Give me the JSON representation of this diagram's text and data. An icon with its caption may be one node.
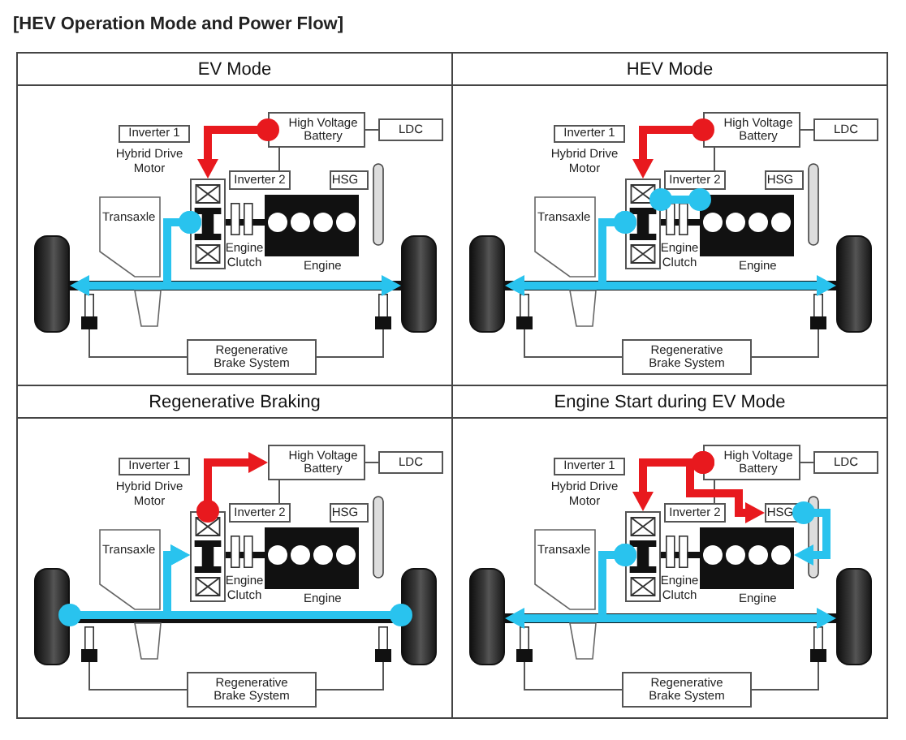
{
  "diagram": {
    "title": "[HEV Operation Mode and Power Flow]",
    "nodes": [
      {
        "text": [
          "EV Mode"
        ]
      },
      {
        "text": [
          "High Voltage Battery"
        ],
        "in": 0
      },
      {
        "text": [
          "LDC"
        ],
        "in": 0
      },
      {
        "text": [
          "Inverter 1"
        ],
        "in": 0
      },
      {
        "text": [],
        "shape": "box",
        "in": 0,
        "beside": [
          "Hybrid Drive Motor"
        ]
      },
      {
        "text": [
          "Inverter 2"
        ],
        "in": 0
      },
      {
        "text": [
          "HSG"
        ],
        "in": 0
      },
      {
        "text": [
          "Transaxle"
        ],
        "in": 0
      },
      {
        "text": [],
        "shape": "box",
        "in": 0,
        "beside": [
          "Engine Clutch"
        ]
      },
      {
        "text": [],
        "shape": "box",
        "in": 0,
        "beside": [
          "Engine"
        ]
      },
      {
        "text": [],
        "shape": "wheel",
        "in": 0
      },
      {
        "text": [],
        "shape": "wheel",
        "in": 0
      },
      {
        "text": [],
        "shape": "box",
        "in": 0
      },
      {
        "text": [],
        "shape": "box",
        "in": 0
      },
      {
        "text": [
          "Regenerative Brake System"
        ],
        "in": 0
      },
      {
        "text": [
          "HEV Mode"
        ]
      },
      {
        "text": [
          "High Voltage Battery"
        ],
        "in": 15
      },
      {
        "text": [
          "LDC"
        ],
        "in": 15
      },
      {
        "text": [
          "Inverter 1"
        ],
        "in": 15
      },
      {
        "text": [],
        "shape": "box",
        "in": 15,
        "beside": [
          "Hybrid Drive Motor"
        ]
      },
      {
        "text": [
          "Inverter 2"
        ],
        "in": 15
      },
      {
        "text": [
          "HSG"
        ],
        "in": 15
      },
      {
        "text": [
          "Transaxle"
        ],
        "in": 15
      },
      {
        "text": [],
        "shape": "box",
        "in": 15,
        "beside": [
          "Engine Clutch"
        ]
      },
      {
        "text": [],
        "shape": "box",
        "in": 15,
        "beside": [
          "Engine"
        ]
      },
      {
        "text": [],
        "shape": "wheel",
        "in": 15
      },
      {
        "text": [],
        "shape": "wheel",
        "in": 15
      },
      {
        "text": [],
        "shape": "box",
        "in": 15
      },
      {
        "text": [],
        "shape": "box",
        "in": 15
      },
      {
        "text": [
          "Regenerative Brake System"
        ],
        "in": 15
      },
      {
        "text": [
          "Regenerative Braking"
        ]
      },
      {
        "text": [
          "High Voltage Battery"
        ],
        "in": 30
      },
      {
        "text": [
          "LDC"
        ],
        "in": 30
      },
      {
        "text": [
          "Inverter 1"
        ],
        "in": 30
      },
      {
        "text": [],
        "shape": "box",
        "in": 30,
        "beside": [
          "Hybrid Drive Motor"
        ]
      },
      {
        "text": [
          "Inverter 2"
        ],
        "in": 30
      },
      {
        "text": [
          "HSG"
        ],
        "in": 30
      },
      {
        "text": [
          "Transaxle"
        ],
        "in": 30
      },
      {
        "text": [],
        "shape": "box",
        "in": 30,
        "beside": [
          "Engine Clutch"
        ]
      },
      {
        "text": [],
        "shape": "box",
        "in": 30,
        "beside": [
          "Engine"
        ]
      },
      {
        "text": [],
        "shape": "wheel",
        "in": 30
      },
      {
        "text": [],
        "shape": "wheel",
        "in": 30
      },
      {
        "text": [],
        "shape": "box",
        "in": 30
      },
      {
        "text": [],
        "shape": "box",
        "in": 30
      },
      {
        "text": [
          "Regenerative Brake System"
        ],
        "in": 30
      },
      {
        "text": [
          "Engine Start during EV Mode"
        ]
      },
      {
        "text": [
          "High Voltage Battery"
        ],
        "in": 45
      },
      {
        "text": [
          "LDC"
        ],
        "in": 45
      },
      {
        "text": [
          "Inverter 1"
        ],
        "in": 45
      },
      {
        "text": [],
        "shape": "box",
        "in": 45,
        "beside": [
          "Hybrid Drive Motor"
        ]
      },
      {
        "text": [
          "Inverter 2"
        ],
        "in": 45
      },
      {
        "text": [
          "HSG"
        ],
        "in": 45
      },
      {
        "text": [
          "Transaxle"
        ],
        "in": 45
      },
      {
        "text": [],
        "shape": "box",
        "in": 45,
        "beside": [
          "Engine Clutch"
        ]
      },
      {
        "text": [],
        "shape": "box",
        "in": 45,
        "beside": [
          "Engine"
        ]
      },
      {
        "text": [],
        "shape": "wheel",
        "in": 45
      },
      {
        "text": [],
        "shape": "wheel",
        "in": 45
      },
      {
        "text": [],
        "shape": "box",
        "in": 45
      },
      {
        "text": [],
        "shape": "box",
        "in": 45
      },
      {
        "text": [
          "Regenerative Brake System"
        ],
        "in": 45
      }
    ],
    "edges": [
      {
        "from": 1,
        "to": 2,
        "arrow": "none"
      },
      {
        "from": 1,
        "to": 5,
        "arrow": "none"
      },
      {
        "from": 14,
        "to": 12,
        "arrow": "none"
      },
      {
        "from": 14,
        "to": 13,
        "arrow": "none"
      },
      {
        "from": 1,
        "to": 4,
        "arrow": "to",
        "style": "thick",
        "color": "#e8191e"
      },
      {
        "from": 4,
        "to": 10,
        "arrow": "to",
        "style": "thick",
        "color": "#29c3ee"
      },
      {
        "from": 4,
        "to": 11,
        "arrow": "to",
        "style": "thick",
        "color": "#29c3ee"
      },
      {
        "from": 16,
        "to": 17,
        "arrow": "none"
      },
      {
        "from": 16,
        "to": 20,
        "arrow": "none"
      },
      {
        "from": 29,
        "to": 27,
        "arrow": "none"
      },
      {
        "from": 29,
        "to": 28,
        "arrow": "none"
      },
      {
        "from": 16,
        "to": 19,
        "arrow": "to",
        "style": "thick",
        "color": "#e8191e"
      },
      {
        "from": 19,
        "to": 25,
        "arrow": "to",
        "style": "thick",
        "color": "#29c3ee"
      },
      {
        "from": 19,
        "to": 26,
        "arrow": "to",
        "style": "thick",
        "color": "#29c3ee"
      },
      {
        "from": 19,
        "to": 24,
        "arrow": "other",
        "style": "thick",
        "color": "#29c3ee"
      },
      {
        "from": 31,
        "to": 32,
        "arrow": "none"
      },
      {
        "from": 31,
        "to": 35,
        "arrow": "none"
      },
      {
        "from": 44,
        "to": 42,
        "arrow": "none"
      },
      {
        "from": 44,
        "to": 43,
        "arrow": "none"
      },
      {
        "from": 34,
        "to": 31,
        "arrow": "to",
        "style": "thick",
        "color": "#e8191e"
      },
      {
        "from": 40,
        "to": 34,
        "arrow": "to",
        "style": "thick",
        "color": "#29c3ee"
      },
      {
        "from": 41,
        "to": 34,
        "arrow": "to",
        "style": "thick",
        "color": "#29c3ee"
      },
      {
        "from": 46,
        "to": 47,
        "arrow": "none"
      },
      {
        "from": 46,
        "to": 50,
        "arrow": "none"
      },
      {
        "from": 59,
        "to": 57,
        "arrow": "none"
      },
      {
        "from": 59,
        "to": 58,
        "arrow": "none"
      },
      {
        "from": 46,
        "to": 49,
        "arrow": "to",
        "style": "thick",
        "color": "#e8191e"
      },
      {
        "from": 49,
        "to": 55,
        "arrow": "to",
        "style": "thick",
        "color": "#29c3ee"
      },
      {
        "from": 49,
        "to": 56,
        "arrow": "to",
        "style": "thick",
        "color": "#29c3ee"
      },
      {
        "from": 46,
        "to": 51,
        "arrow": "to",
        "style": "thick",
        "color": "#e8191e"
      },
      {
        "from": 51,
        "to": 54,
        "arrow": "to",
        "style": "thick",
        "color": "#29c3ee"
      }
    ]
  }
}
